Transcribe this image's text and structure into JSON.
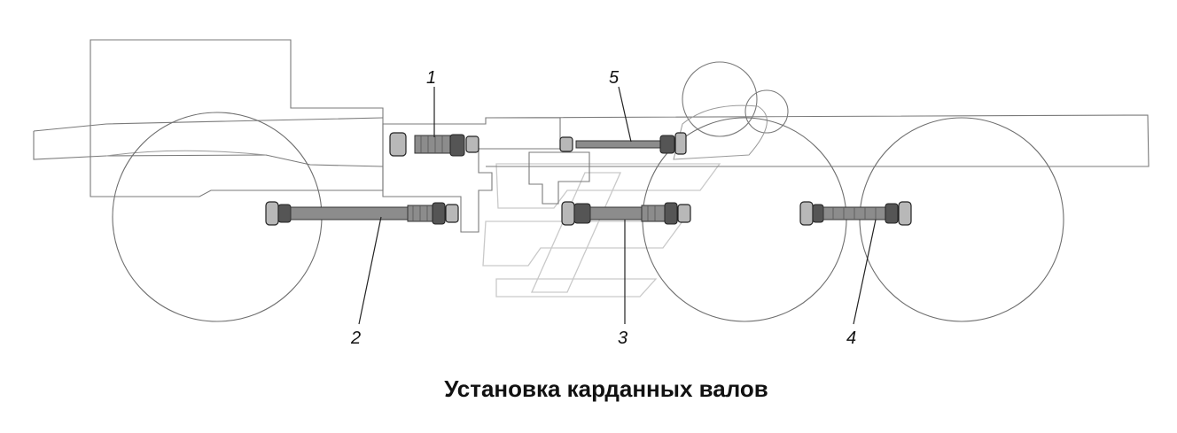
{
  "title": "Установка карданных валов",
  "callouts": [
    {
      "id": "1",
      "label": "1"
    },
    {
      "id": "2",
      "label": "2"
    },
    {
      "id": "3",
      "label": "3"
    },
    {
      "id": "4",
      "label": "4"
    },
    {
      "id": "5",
      "label": "5"
    }
  ]
}
